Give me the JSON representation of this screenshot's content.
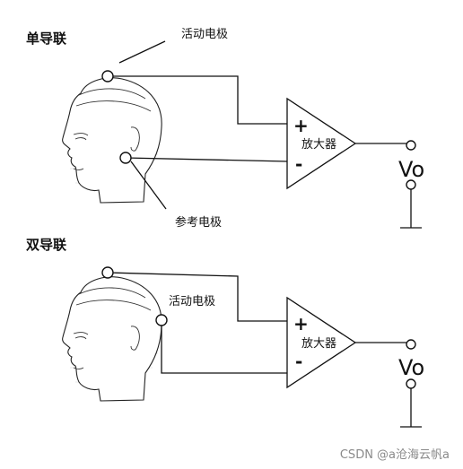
{
  "diagrams": [
    {
      "title": "单导联",
      "electrode1_label": "活动电极",
      "electrode2_label": "参考电极",
      "plus_sign": "+",
      "minus_sign": "-",
      "amplifier_label": "放大器",
      "output_label": "Vo"
    },
    {
      "title": "双导联",
      "electrode_label": "活动电极",
      "plus_sign": "+",
      "minus_sign": "-",
      "amplifier_label": "放大器",
      "output_label": "Vo"
    }
  ],
  "watermark": "CSDN @a沧海云帆a"
}
